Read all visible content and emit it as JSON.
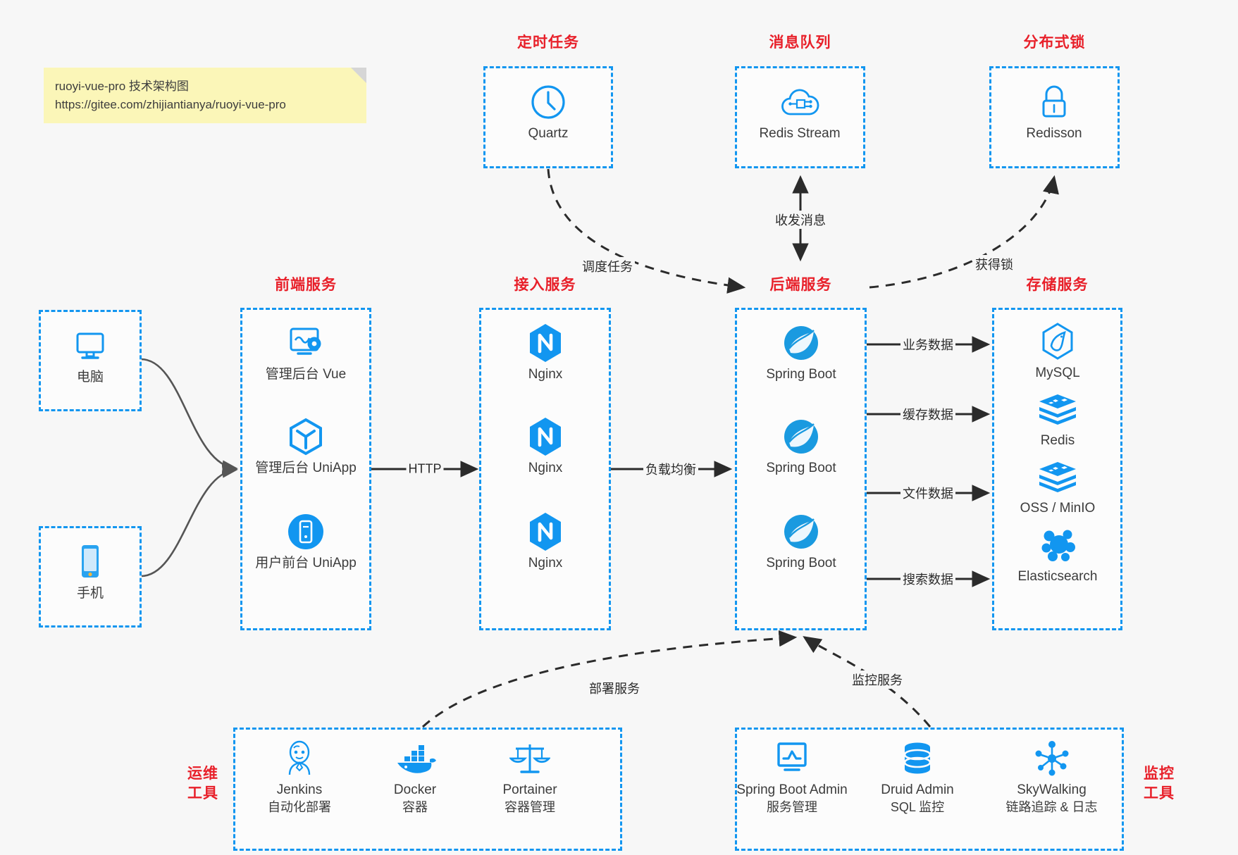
{
  "note": {
    "line1": "ruoyi-vue-pro 技术架构图",
    "line2": "https://gitee.com/zhijiantianya/ruoyi-vue-pro"
  },
  "colors": {
    "dashed_border": "#1296f0",
    "group_title": "#e8202a",
    "icon_blue": "#1296f0",
    "arrow": "#2b2b2b",
    "connector_gray": "#555555",
    "background": "#f7f7f7",
    "note_bg": "#fbf6b8"
  },
  "groups": {
    "scheduler": {
      "title": "定时任务",
      "nodes": [
        {
          "label": "Quartz",
          "icon": "clock-icon"
        }
      ]
    },
    "message_queue": {
      "title": "消息队列",
      "nodes": [
        {
          "label": "Redis Stream",
          "icon": "cloud-network-icon"
        }
      ]
    },
    "distributed_lock": {
      "title": "分布式锁",
      "nodes": [
        {
          "label": "Redisson",
          "icon": "lock-icon"
        }
      ]
    },
    "clients": {
      "nodes": [
        {
          "label": "电脑",
          "icon": "desktop-icon"
        },
        {
          "label": "手机",
          "icon": "mobile-icon"
        }
      ]
    },
    "frontend": {
      "title": "前端服务",
      "nodes": [
        {
          "label": "管理后台 Vue",
          "icon": "dashboard-gear-icon"
        },
        {
          "label": "管理后台 UniApp",
          "icon": "hexagon-cube-icon"
        },
        {
          "label": "用户前台 UniApp",
          "icon": "phone-circle-icon"
        }
      ]
    },
    "gateway": {
      "title": "接入服务",
      "nodes": [
        {
          "label": "Nginx",
          "icon": "nginx-icon"
        },
        {
          "label": "Nginx",
          "icon": "nginx-icon"
        },
        {
          "label": "Nginx",
          "icon": "nginx-icon"
        }
      ]
    },
    "backend": {
      "title": "后端服务",
      "nodes": [
        {
          "label": "Spring Boot",
          "icon": "spring-leaf-icon"
        },
        {
          "label": "Spring Boot",
          "icon": "spring-leaf-icon"
        },
        {
          "label": "Spring Boot",
          "icon": "spring-leaf-icon"
        }
      ]
    },
    "storage": {
      "title": "存储服务",
      "nodes": [
        {
          "label": "MySQL",
          "icon": "mysql-dolphin-icon"
        },
        {
          "label": "Redis",
          "icon": "redis-stack-icon"
        },
        {
          "label": "OSS / MinIO",
          "icon": "redis-stack-icon"
        },
        {
          "label": "Elasticsearch",
          "icon": "elasticsearch-icon"
        }
      ]
    },
    "devops": {
      "title_line1": "运维",
      "title_line2": "工具",
      "nodes": [
        {
          "label": "Jenkins",
          "sublabel": "自动化部署",
          "icon": "jenkins-butler-icon"
        },
        {
          "label": "Docker",
          "sublabel": "容器",
          "icon": "docker-whale-icon"
        },
        {
          "label": "Portainer",
          "sublabel": "容器管理",
          "icon": "scales-icon"
        }
      ]
    },
    "monitoring": {
      "title_line1": "监控",
      "title_line2": "工具",
      "nodes": [
        {
          "label": "Spring Boot Admin",
          "sublabel": "服务管理",
          "icon": "monitor-chart-icon"
        },
        {
          "label": "Druid Admin",
          "sublabel": "SQL 监控",
          "icon": "database-icon"
        },
        {
          "label": "SkyWalking",
          "sublabel": "链路追踪 & 日志",
          "icon": "skywalking-node-icon"
        }
      ]
    }
  },
  "edges": [
    {
      "label": "调度任务",
      "from": "scheduler",
      "to": "backend",
      "style": "dashed"
    },
    {
      "label": "收发消息",
      "from": "backend",
      "to": "message_queue",
      "style": "dashed-bidirectional"
    },
    {
      "label": "获得锁",
      "from": "backend",
      "to": "distributed_lock",
      "style": "dashed"
    },
    {
      "label": "HTTP",
      "from": "frontend",
      "to": "gateway",
      "style": "solid"
    },
    {
      "label": "负载均衡",
      "from": "gateway",
      "to": "backend",
      "style": "solid"
    },
    {
      "label": "业务数据",
      "from": "backend",
      "to": "MySQL",
      "style": "solid"
    },
    {
      "label": "缓存数据",
      "from": "backend",
      "to": "Redis",
      "style": "solid"
    },
    {
      "label": "文件数据",
      "from": "backend",
      "to": "OSS / MinIO",
      "style": "solid"
    },
    {
      "label": "搜索数据",
      "from": "backend",
      "to": "Elasticsearch",
      "style": "solid"
    },
    {
      "label": "部署服务",
      "from": "devops",
      "to": "backend",
      "style": "dashed"
    },
    {
      "label": "监控服务",
      "from": "monitoring",
      "to": "backend",
      "style": "dashed"
    }
  ]
}
